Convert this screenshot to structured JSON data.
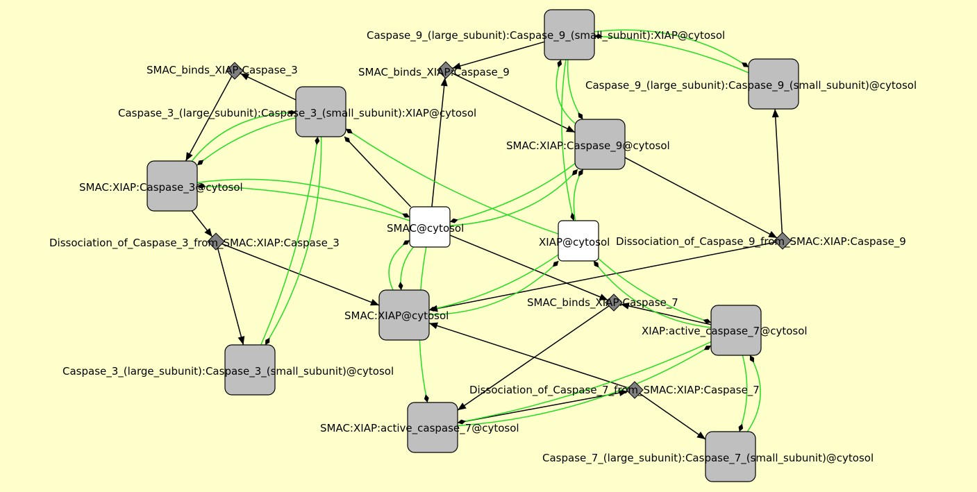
{
  "colors": {
    "background": "#ffffcc",
    "complex_fill": "#bfbfbf",
    "simple_fill": "#ffffff",
    "reaction_fill": "#808080",
    "modifier_edge": "#22dd22",
    "reaction_edge": "#000000",
    "stroke": "#000000"
  },
  "nodes": [
    {
      "id": "c9xiap",
      "kind": "complex",
      "label": "Caspase_9_(large_subunit):Caspase_9_(small_subunit):XIAP@cytosol"
    },
    {
      "id": "c9",
      "kind": "complex",
      "label": "Caspase_9_(large_subunit):Caspase_9_(small_subunit)@cytosol"
    },
    {
      "id": "smacxiapc9",
      "kind": "complex",
      "label": "SMAC:XIAP:Caspase_9@cytosol"
    },
    {
      "id": "c3xiap",
      "kind": "complex",
      "label": "Caspase_3_(large_subunit):Caspase_3_(small_subunit):XIAP@cytosol"
    },
    {
      "id": "smacxiapc3",
      "kind": "complex",
      "label": "SMAC:XIAP:Caspase_3@cytosol"
    },
    {
      "id": "smac",
      "kind": "simple",
      "label": "SMAC@cytosol"
    },
    {
      "id": "xiap",
      "kind": "simple",
      "label": "XIAP@cytosol"
    },
    {
      "id": "smacxiap",
      "kind": "complex",
      "label": "SMAC:XIAP@cytosol"
    },
    {
      "id": "xiapc7",
      "kind": "complex",
      "label": "XIAP:active_caspase_7@cytosol"
    },
    {
      "id": "c3",
      "kind": "complex",
      "label": "Caspase_3_(large_subunit):Caspase_3_(small_subunit)@cytosol"
    },
    {
      "id": "smacxiapc7",
      "kind": "complex",
      "label": "SMAC:XIAP:active_caspase_7@cytosol"
    },
    {
      "id": "c7",
      "kind": "complex",
      "label": "Caspase_7_(large_subunit):Caspase_7_(small_subunit)@cytosol"
    },
    {
      "id": "r_c3",
      "kind": "reaction",
      "label": "SMAC_binds_XIAP:Caspase_3"
    },
    {
      "id": "r_c9",
      "kind": "reaction",
      "label": "SMAC_binds_XIAP:Caspase_9"
    },
    {
      "id": "r_d3",
      "kind": "reaction",
      "label": "Dissociation_of_Caspase_3_from_SMAC:XIAP:Caspase_3"
    },
    {
      "id": "r_d9",
      "kind": "reaction",
      "label": "Dissociation_of_Caspase_9_from_SMAC:XIAP:Caspase_9"
    },
    {
      "id": "r_c7",
      "kind": "reaction",
      "label": "SMAC_binds_XIAP:Caspase_7"
    },
    {
      "id": "r_d7",
      "kind": "reaction",
      "label": "Dissociation_of_Caspase_7_from_SMAC:XIAP:Caspase_7"
    }
  ],
  "edges": [
    {
      "from": "r_c3",
      "to": "smacxiapc3",
      "type": "reaction",
      "end": "arrow"
    },
    {
      "from": "c3xiap",
      "to": "r_c3",
      "type": "reaction",
      "end": "arrow"
    },
    {
      "from": "smac",
      "to": "c3xiap",
      "type": "reaction",
      "end": "diamond"
    },
    {
      "from": "smacxiapc3",
      "to": "r_d3",
      "type": "reaction",
      "end": "arrow"
    },
    {
      "from": "r_d3",
      "to": "c3",
      "type": "reaction",
      "end": "arrow"
    },
    {
      "from": "r_d3",
      "to": "smacxiap",
      "type": "reaction",
      "end": "arrow"
    },
    {
      "from": "smac",
      "to": "r_c9",
      "type": "reaction",
      "end": "arrow"
    },
    {
      "from": "c9xiap",
      "to": "r_c9",
      "type": "reaction",
      "end": "arrow"
    },
    {
      "from": "r_c9",
      "to": "smacxiapc9",
      "type": "reaction",
      "end": "arrow"
    },
    {
      "from": "smacxiapc9",
      "to": "r_d9",
      "type": "reaction",
      "end": "arrow"
    },
    {
      "from": "r_d9",
      "to": "c9",
      "type": "reaction",
      "end": "arrow"
    },
    {
      "from": "r_d9",
      "to": "smacxiap",
      "type": "reaction",
      "end": "arrow"
    },
    {
      "from": "smac",
      "to": "r_c7",
      "type": "reaction",
      "end": "arrow"
    },
    {
      "from": "xiapc7",
      "to": "r_c7",
      "type": "reaction",
      "end": "arrow"
    },
    {
      "from": "r_c7",
      "to": "smacxiapc7",
      "type": "reaction",
      "end": "arrow"
    },
    {
      "from": "smacxiapc7",
      "to": "r_d7",
      "type": "reaction",
      "end": "arrow"
    },
    {
      "from": "r_d7",
      "to": "c7",
      "type": "reaction",
      "end": "arrow"
    },
    {
      "from": "r_d7",
      "to": "smacxiap",
      "type": "reaction",
      "end": "arrow"
    },
    {
      "from": "c3xiap",
      "to": "smacxiapc3",
      "type": "modifier",
      "end": "diamond"
    },
    {
      "from": "smacxiapc3",
      "to": "c3xiap",
      "type": "modifier",
      "end": "diamond"
    },
    {
      "from": "smac",
      "to": "smacxiapc3",
      "type": "modifier",
      "end": "diamond"
    },
    {
      "from": "smacxiapc3",
      "to": "smac",
      "type": "modifier",
      "end": "diamond"
    },
    {
      "from": "c3",
      "to": "c3xiap",
      "type": "modifier",
      "end": "diamond"
    },
    {
      "from": "c3xiap",
      "to": "c3",
      "type": "modifier",
      "end": "diamond"
    },
    {
      "from": "xiap",
      "to": "c3xiap",
      "type": "modifier",
      "end": "diamond"
    },
    {
      "from": "c9",
      "to": "c9xiap",
      "type": "modifier",
      "end": "diamond"
    },
    {
      "from": "c9xiap",
      "to": "c9",
      "type": "modifier",
      "end": "diamond"
    },
    {
      "from": "c9xiap",
      "to": "smacxiapc9",
      "type": "modifier",
      "end": "diamond"
    },
    {
      "from": "smacxiapc9",
      "to": "c9xiap",
      "type": "modifier",
      "end": "diamond"
    },
    {
      "from": "c9xiap",
      "to": "xiap",
      "type": "modifier",
      "end": "diamond"
    },
    {
      "from": "xiap",
      "to": "smacxiapc9",
      "type": "modifier",
      "end": "diamond"
    },
    {
      "from": "smacxiapc9",
      "to": "smac",
      "type": "modifier",
      "end": "diamond"
    },
    {
      "from": "smac",
      "to": "smacxiapc9",
      "type": "modifier",
      "end": "diamond"
    },
    {
      "from": "smac",
      "to": "smacxiap",
      "type": "modifier",
      "end": "diamond"
    },
    {
      "from": "smacxiap",
      "to": "smac",
      "type": "modifier",
      "end": "diamond"
    },
    {
      "from": "xiap",
      "to": "smacxiap",
      "type": "modifier",
      "end": "diamond"
    },
    {
      "from": "smacxiap",
      "to": "xiap",
      "type": "modifier",
      "end": "diamond"
    },
    {
      "from": "smac",
      "to": "smacxiapc7",
      "type": "modifier",
      "end": "diamond"
    },
    {
      "from": "xiap",
      "to": "xiapc7",
      "type": "modifier",
      "end": "diamond"
    },
    {
      "from": "xiapc7",
      "to": "xiap",
      "type": "modifier",
      "end": "diamond"
    },
    {
      "from": "xiapc7",
      "to": "smacxiapc7",
      "type": "modifier",
      "end": "diamond"
    },
    {
      "from": "smacxiapc7",
      "to": "xiapc7",
      "type": "modifier",
      "end": "diamond"
    },
    {
      "from": "xiapc7",
      "to": "c7",
      "type": "modifier",
      "end": "diamond"
    },
    {
      "from": "c7",
      "to": "xiapc7",
      "type": "modifier",
      "end": "diamond"
    }
  ]
}
